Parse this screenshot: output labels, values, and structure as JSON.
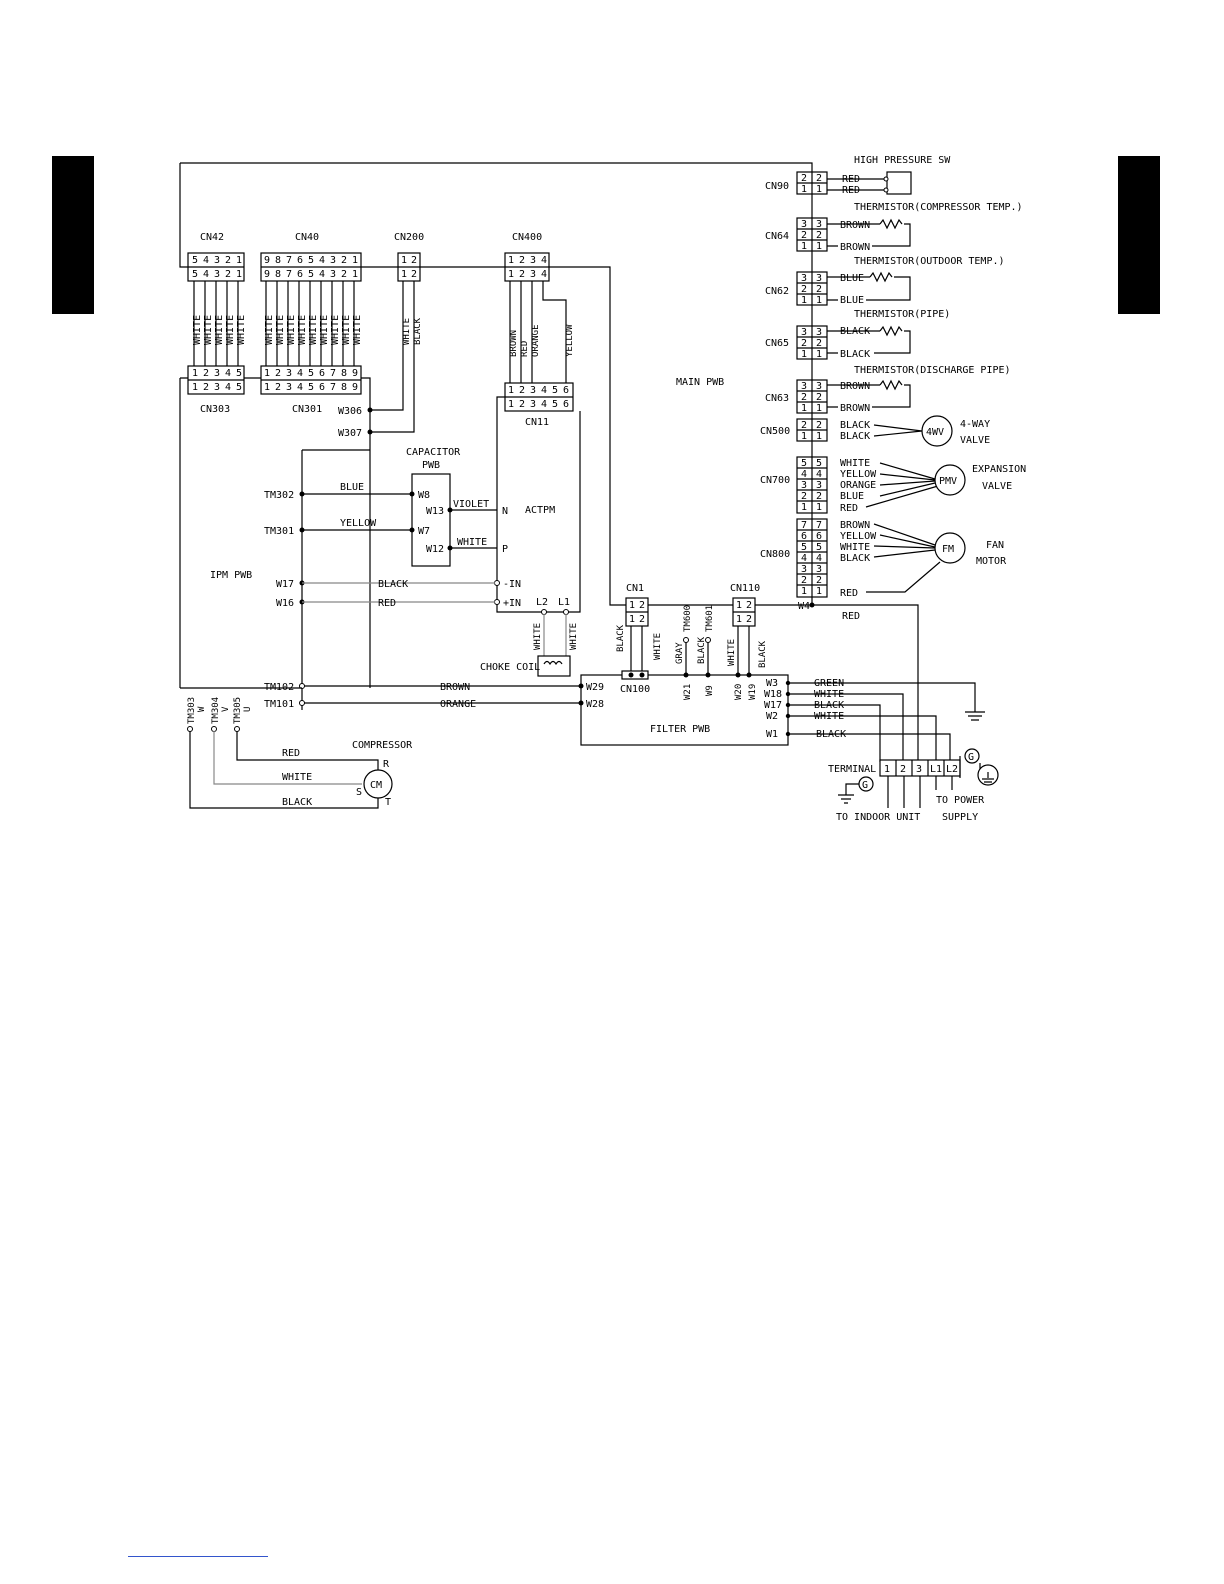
{
  "labels": {
    "main_pwb": "MAIN PWB",
    "ipm_pwb": "IPM PWB",
    "filter_pwb": "FILTER PWB",
    "capacitor_pwb_1": "CAPACITOR",
    "capacitor_pwb_2": "PWB",
    "actpm": "ACTPM",
    "choke_coil": "CHOKE COIL",
    "compressor": "COMPRESSOR",
    "terminal": "TERMINAL",
    "to_indoor_unit": "TO INDOOR UNIT",
    "to_power_1": "TO POWER",
    "to_power_2": "SUPPLY",
    "high_pressure_sw": "HIGH PRESSURE SW",
    "th_comp": "THERMISTOR(COMPRESSOR TEMP.)",
    "th_outdoor": "THERMISTOR(OUTDOOR TEMP.)",
    "th_pipe": "THERMISTOR(PIPE)",
    "th_discharge": "THERMISTOR(DISCHARGE PIPE)",
    "wv_1": "4-WAY",
    "wv_2": "VALVE",
    "exp_1": "EXPANSION",
    "exp_2": "VALVE",
    "fan_1": "FAN",
    "fan_2": "MOTOR",
    "sym_4wv": "4WV",
    "sym_pmv": "PMV",
    "sym_fm": "FM",
    "sym_cm": "CM",
    "sym_g": "G"
  },
  "connectors": {
    "cn42": "CN42",
    "cn40": "CN40",
    "cn200": "CN200",
    "cn400": "CN400",
    "cn303": "CN303",
    "cn301": "CN301",
    "cn11": "CN11",
    "cn1": "CN1",
    "cn110": "CN110",
    "cn100": "CN100",
    "tm600": "TM600",
    "tm601": "TM601",
    "cn90": "CN90",
    "cn64": "CN64",
    "cn62": "CN62",
    "cn65": "CN65",
    "cn63": "CN63",
    "cn500": "CN500",
    "cn700": "CN700",
    "cn800": "CN800"
  },
  "pins": {
    "cn42": [
      "5",
      "4",
      "3",
      "2",
      "1"
    ],
    "cn40": [
      "9",
      "8",
      "7",
      "6",
      "5",
      "4",
      "3",
      "2",
      "1"
    ],
    "cn303": [
      "1",
      "2",
      "3",
      "4",
      "5"
    ],
    "cn301": [
      "1",
      "2",
      "3",
      "4",
      "5",
      "6",
      "7",
      "8",
      "9"
    ],
    "cn200": [
      "1",
      "2"
    ],
    "cn400": [
      "1",
      "2",
      "3",
      "4"
    ],
    "cn11": [
      "1",
      "2",
      "3",
      "4",
      "5",
      "6"
    ]
  },
  "terminals": {
    "w306": "W306",
    "w307": "W307",
    "w8": "W8",
    "w13": "W13",
    "w7": "W7",
    "w12": "W12",
    "tm302": "TM302",
    "tm301": "TM301",
    "w17a": "W17",
    "w16": "W16",
    "tm102": "TM102",
    "tm101": "TM101",
    "tm303": "TM303",
    "tm304": "TM304",
    "tm305": "TM305",
    "u": "U",
    "v": "V",
    "w_ph": "W",
    "n": "N",
    "p": "P",
    "min": "-IN",
    "pin": "+IN",
    "l1": "L1",
    "l2": "L2",
    "w29": "W29",
    "w28": "W28",
    "w21": "W21",
    "w9": "W9",
    "w20": "W20",
    "w19": "W19",
    "w3": "W3",
    "w18": "W18",
    "w17b": "W17",
    "w2": "W2",
    "w1": "W1",
    "w4": "W4",
    "r": "R",
    "s": "S",
    "t": "T",
    "t1": "1",
    "t2": "2",
    "t3": "3",
    "tl1": "L1",
    "tl2": "L2"
  },
  "wires": {
    "white": "WHITE",
    "black": "BLACK",
    "brown": "BROWN",
    "red": "RED",
    "orange": "ORANGE",
    "yellow": "YELLOW",
    "blue": "BLUE",
    "violet": "VIOLET",
    "gray": "GRAY",
    "green": "GREEN"
  }
}
